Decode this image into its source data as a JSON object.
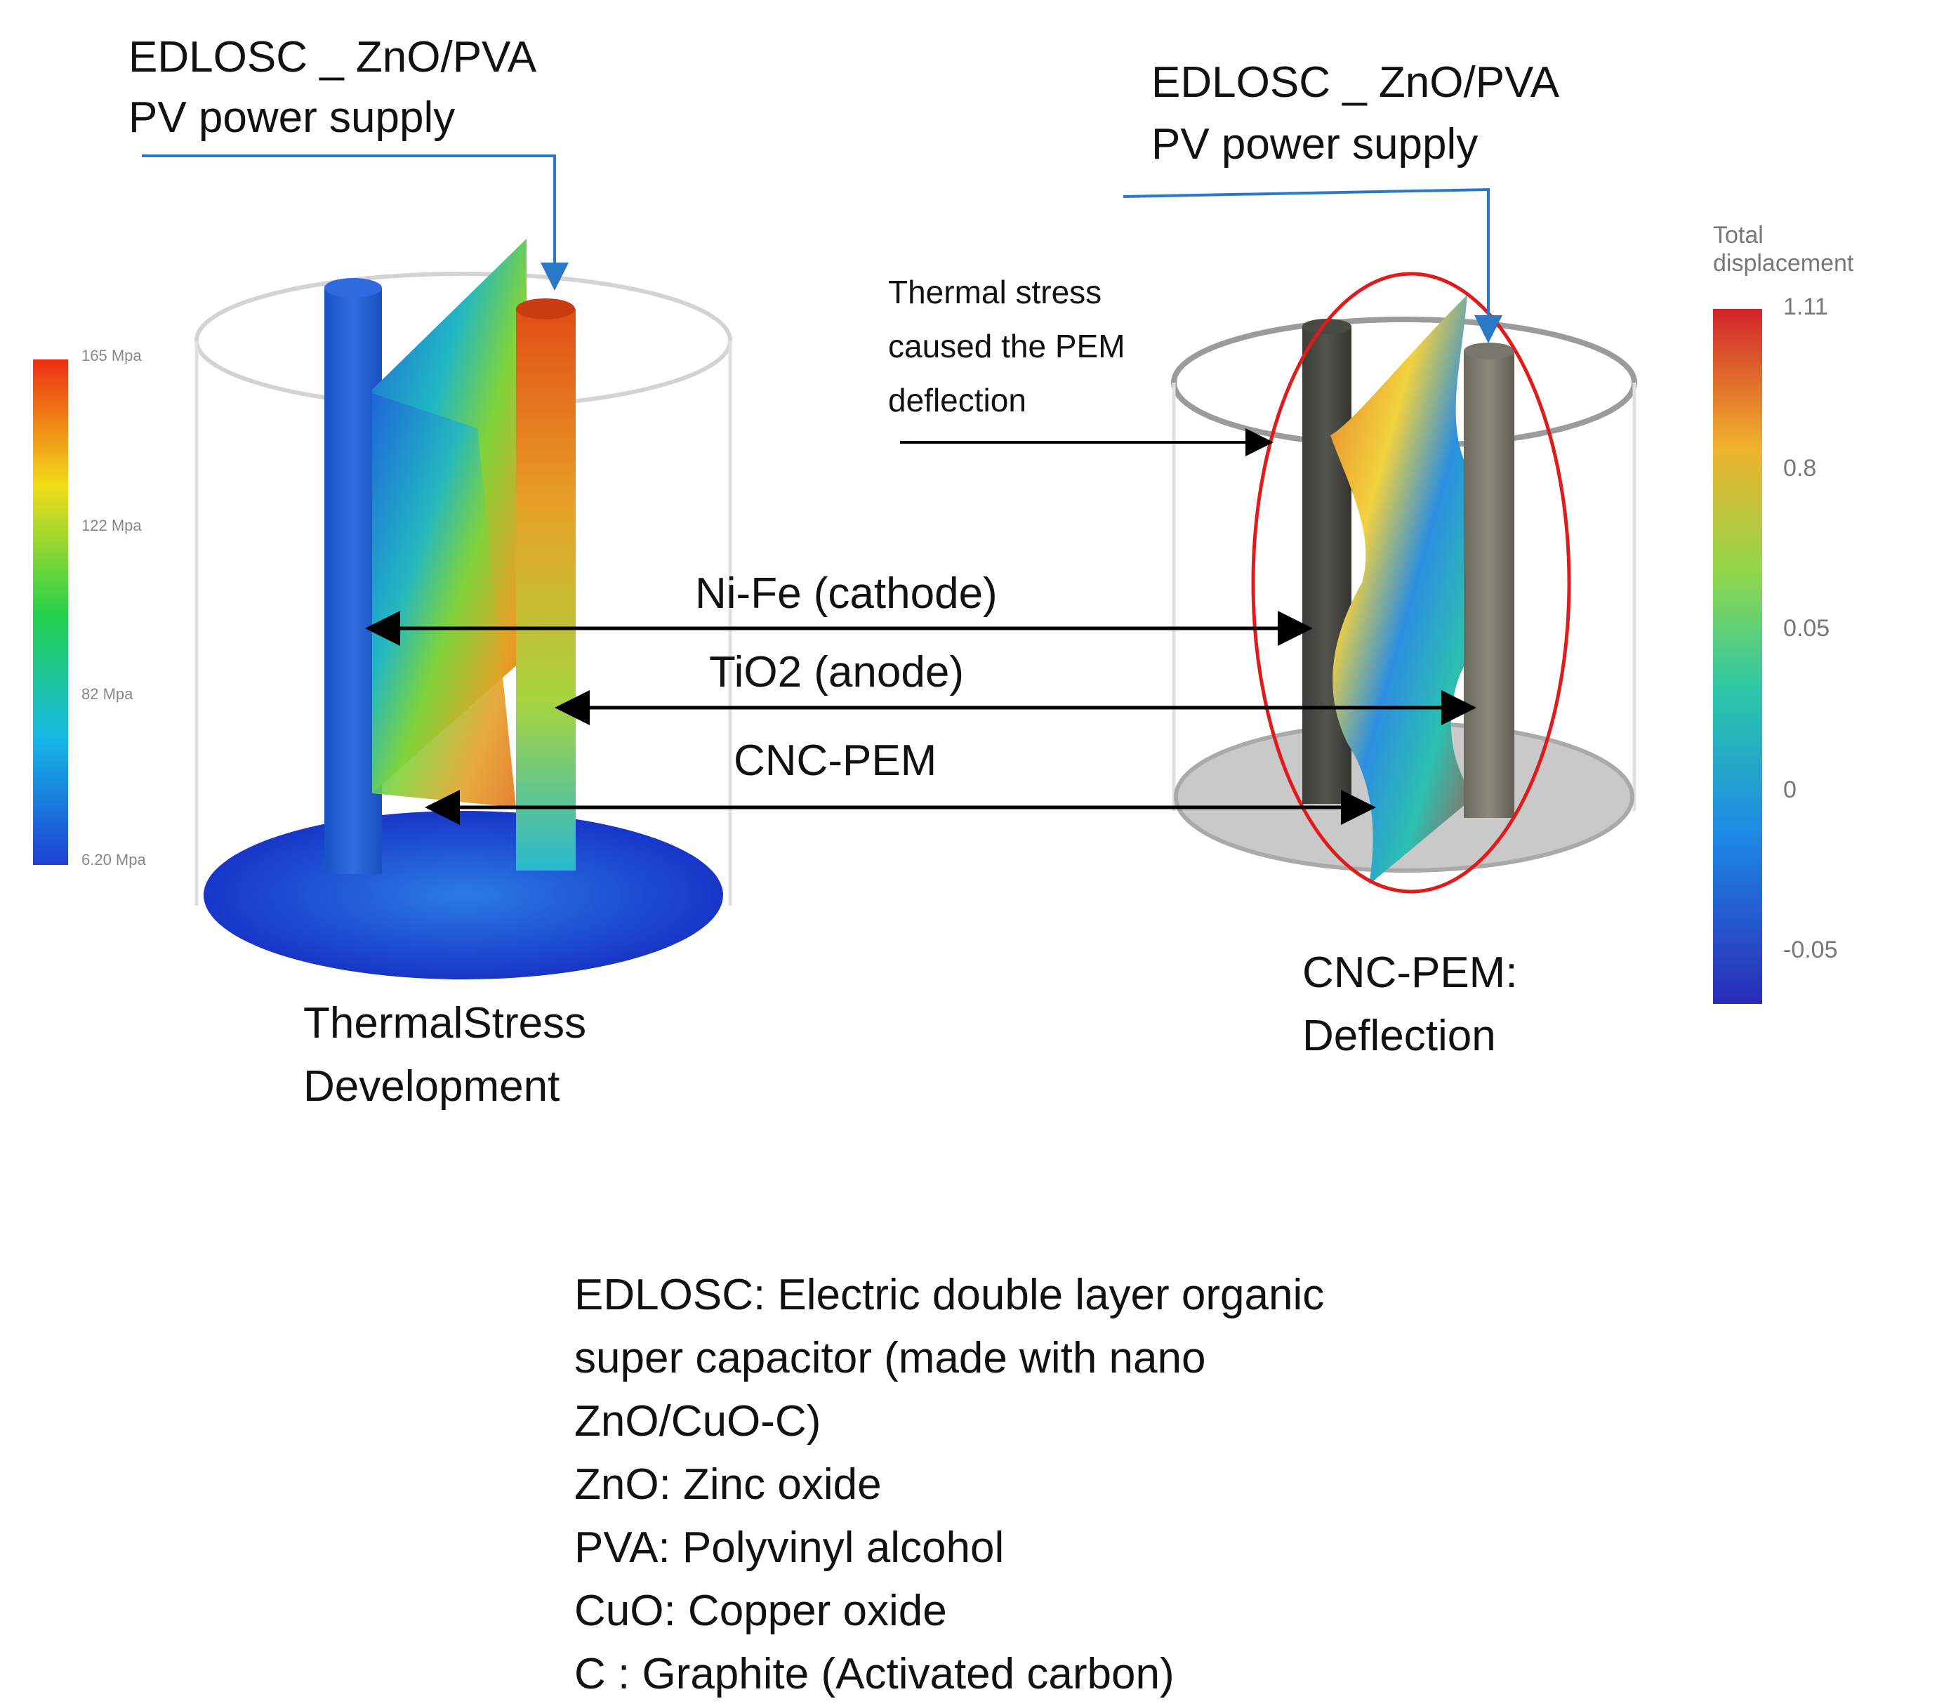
{
  "left_panel": {
    "supply_label": [
      "EDLOSC _ ZnO/PVA",
      "PV power supply"
    ],
    "colorbar_ticks": [
      "165 Mpa",
      "122 Mpa",
      "82 Mpa",
      "6.20 Mpa"
    ],
    "caption": [
      "ThermalStress",
      "Development"
    ]
  },
  "right_panel": {
    "supply_label": [
      "EDLOSC _ ZnO/PVA",
      "PV power supply"
    ],
    "annotation": [
      "Thermal stress",
      "caused the PEM",
      "deflection"
    ],
    "colorbar_title": [
      "Total",
      "displacement"
    ],
    "colorbar_ticks": [
      "1.11",
      "0.8",
      "0.05",
      "0",
      "-0.05"
    ],
    "caption": [
      "CNC-PEM:",
      "Deflection"
    ]
  },
  "arrows": {
    "cathode": "Ni-Fe (cathode)",
    "anode": "TiO2 (anode)",
    "pem": "CNC-PEM"
  },
  "legend": [
    "EDLOSC: Electric double layer organic",
    "super capacitor (made with nano",
    "ZnO/CuO-C)",
    "ZnO: Zinc oxide",
    "PVA: Polyvinyl alcohol",
    "CuO: Copper oxide",
    "C : Graphite (Activated carbon)"
  ],
  "colors": {
    "pointer_blue": "#2b78c9",
    "arrow_black": "#000000",
    "highlight_ellipse": "#e01b1b"
  }
}
